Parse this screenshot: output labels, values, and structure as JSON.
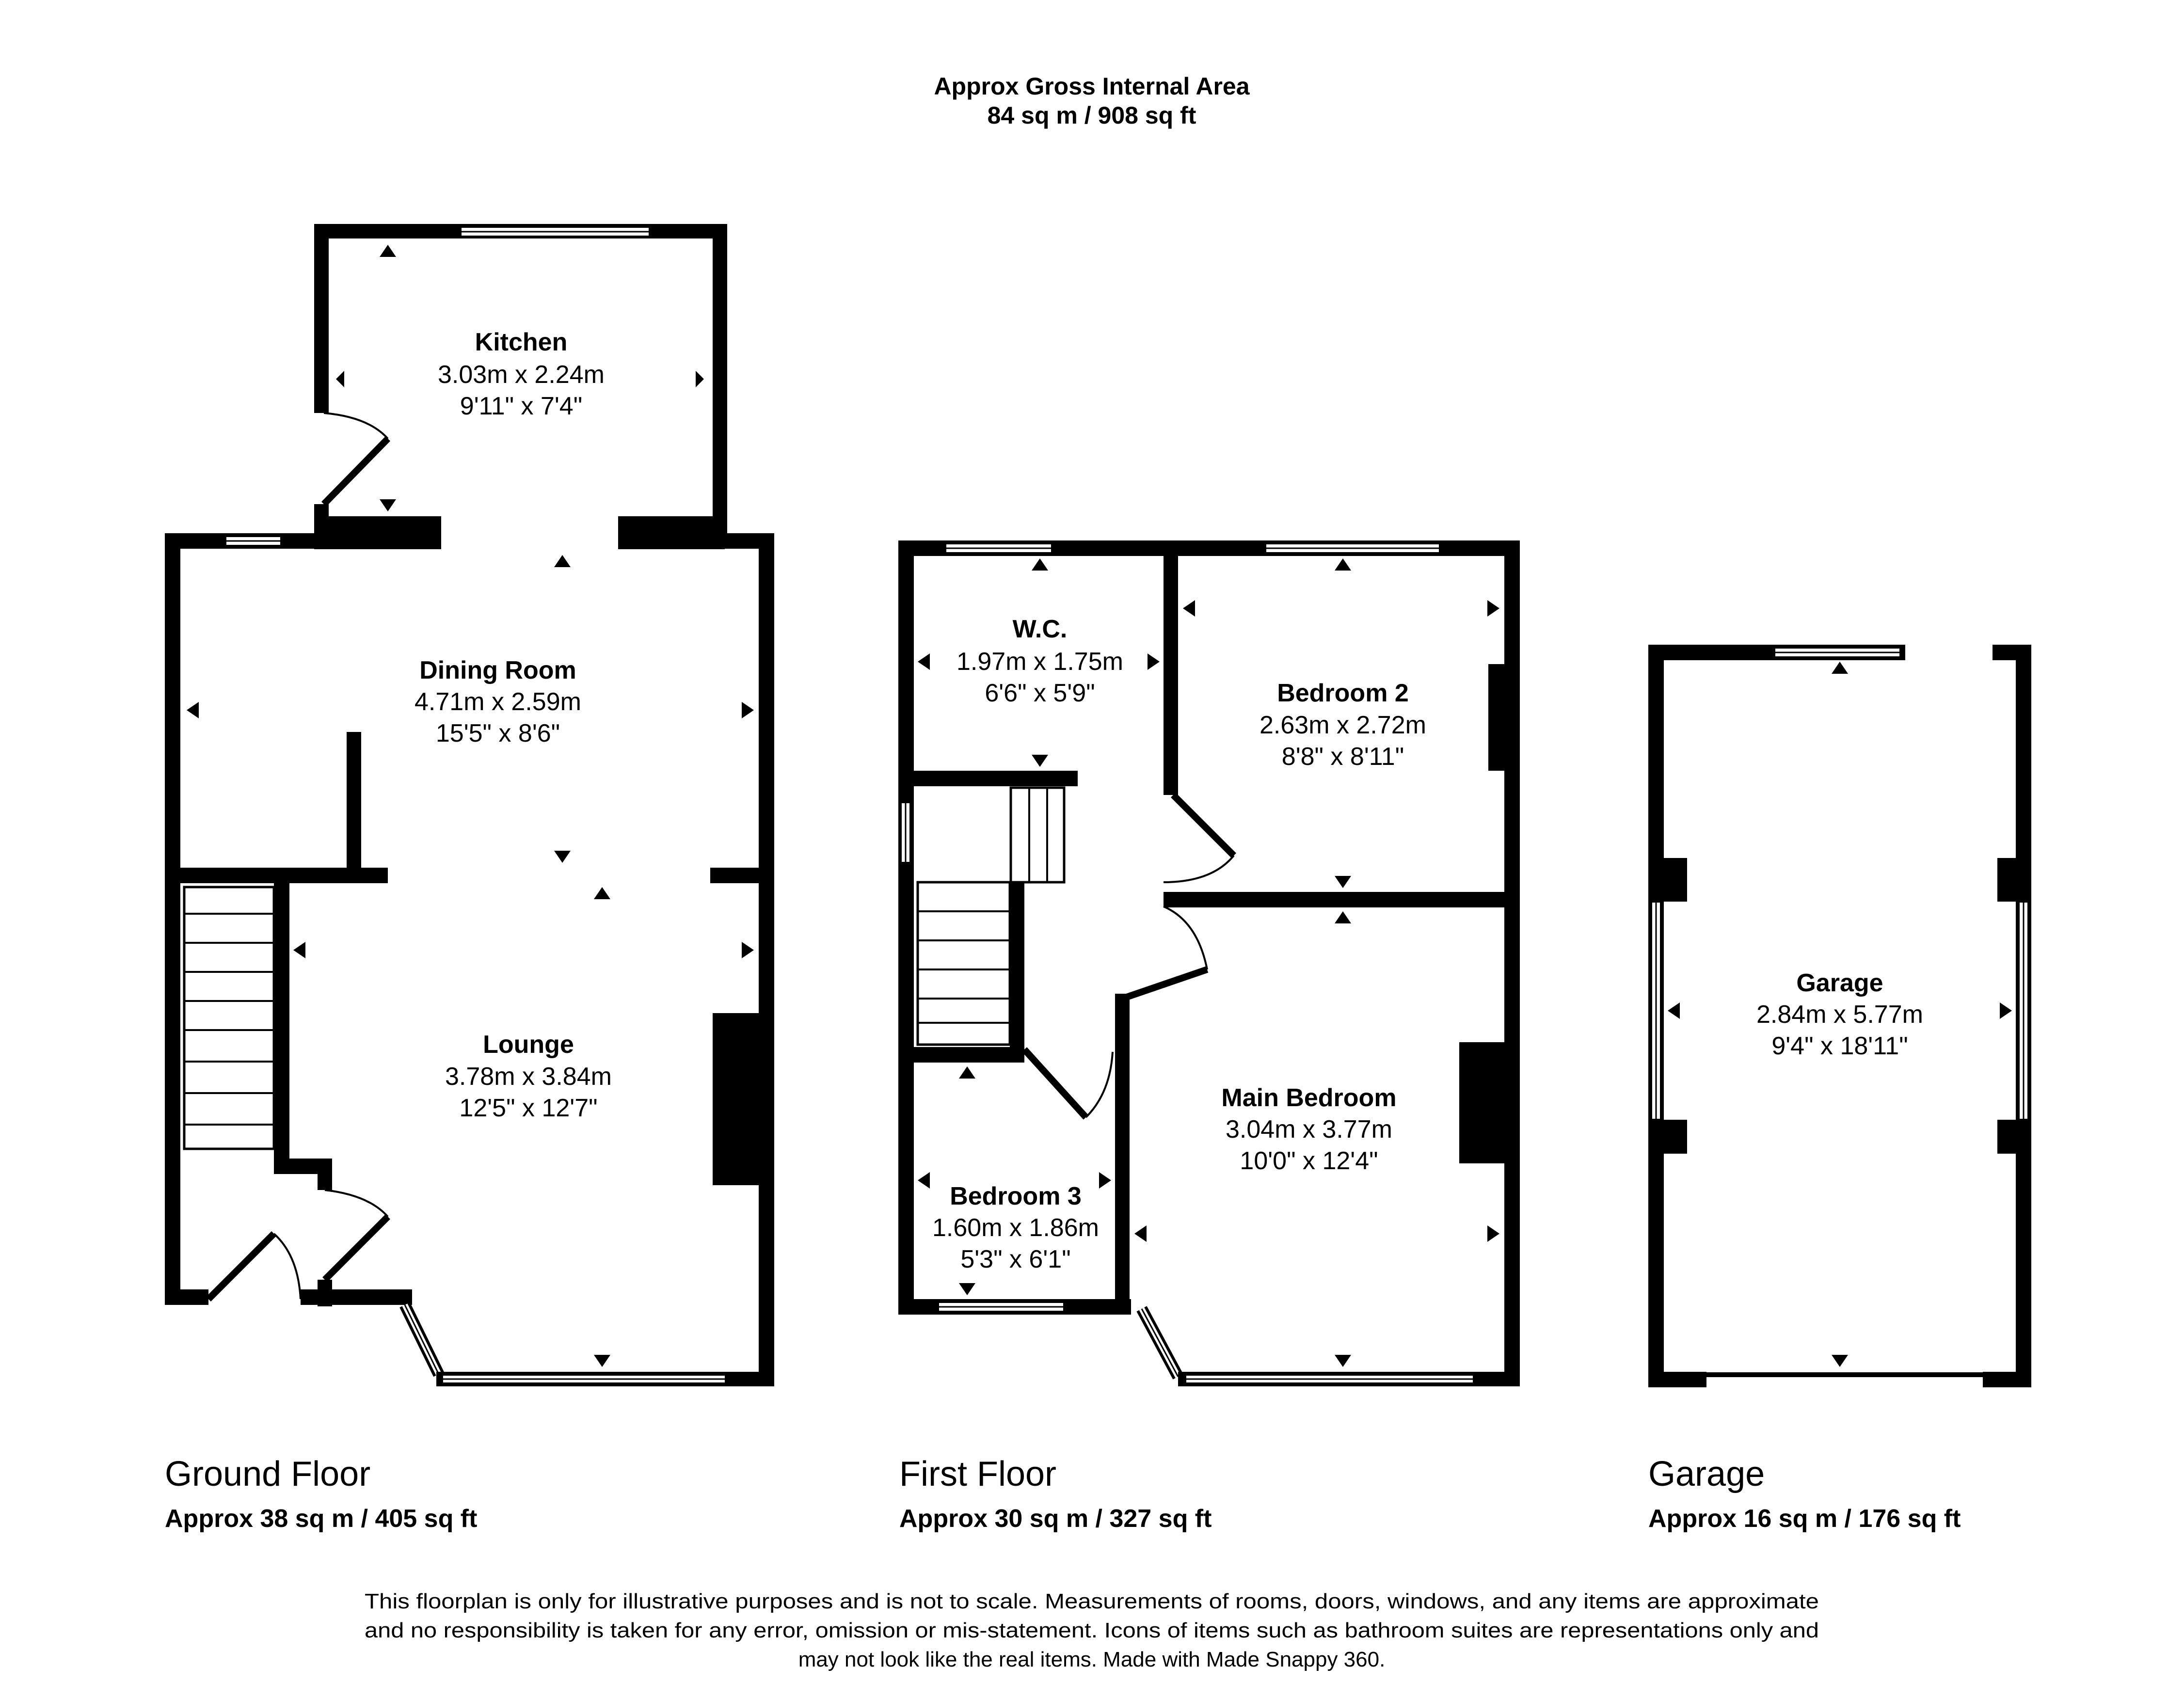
{
  "header": {
    "title": "Approx Gross Internal Area",
    "total_area": "84 sq m / 908 sq ft"
  },
  "floors": [
    {
      "name": "Ground Floor",
      "area": "Approx 38 sq m / 405 sq ft",
      "rooms": [
        {
          "name": "Kitchen",
          "metric": "3.03m x 2.24m",
          "imperial": "9'11\" x 7'4\""
        },
        {
          "name": "Dining Room",
          "metric": "4.71m x 2.59m",
          "imperial": "15'5\" x 8'6\""
        },
        {
          "name": "Lounge",
          "metric": "3.78m x 3.84m",
          "imperial": "12'5\" x 12'7\""
        }
      ]
    },
    {
      "name": "First Floor",
      "area": "Approx 30 sq m / 327 sq ft",
      "rooms": [
        {
          "name": "W.C.",
          "metric": "1.97m x 1.75m",
          "imperial": "6'6\" x 5'9\""
        },
        {
          "name": "Bedroom 2",
          "metric": "2.63m x 2.72m",
          "imperial": "8'8\" x 8'11\""
        },
        {
          "name": "Bedroom 3",
          "metric": "1.60m x 1.86m",
          "imperial": "5'3\" x 6'1\""
        },
        {
          "name": "Main Bedroom",
          "metric": "3.04m x 3.77m",
          "imperial": "10'0\" x 12'4\""
        }
      ]
    },
    {
      "name": "Garage",
      "area": "Approx 16 sq m / 176 sq ft",
      "rooms": [
        {
          "name": "Garage",
          "metric": "2.84m x 5.77m",
          "imperial": "9'4\" x 18'11\""
        }
      ]
    }
  ],
  "disclaimer": {
    "line1": "This floorplan is only for illustrative purposes and is not to scale. Measurements of rooms, doors, windows, and any items are approximate",
    "line2": "and no responsibility is taken for any error, omission or mis-statement. Icons of items such as bathroom suites are representations only and",
    "line3": "may not look like the real items. Made with Made Snappy 360."
  }
}
